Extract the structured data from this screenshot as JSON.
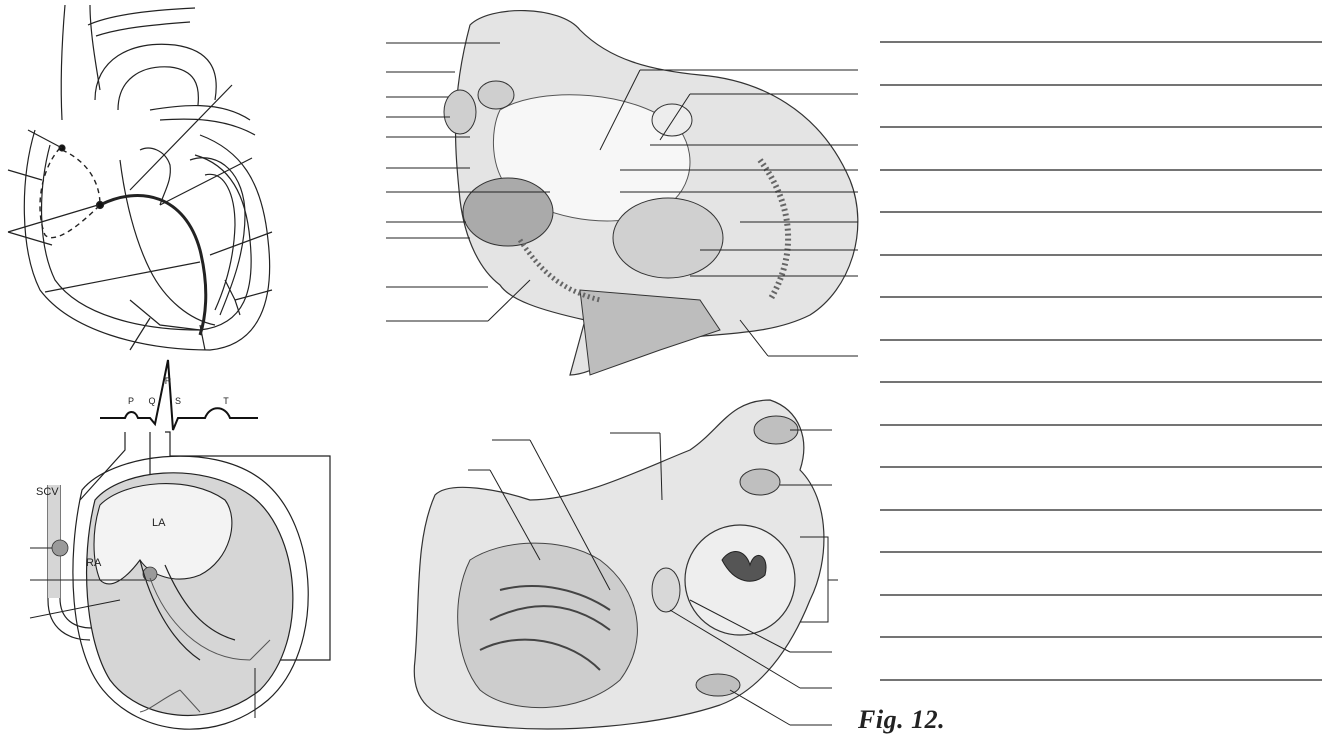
{
  "figure_caption": "Fig. 12.",
  "ecg_labels": {
    "p": "P",
    "q": "Q",
    "r": "R",
    "s": "S",
    "t": "T"
  },
  "chamber_labels": {
    "scv": "SCV",
    "la": "LA",
    "ra": "RA"
  },
  "colors": {
    "line": "#1a1a1a",
    "shade": "#cfcfcf",
    "tissue": "#bdbdbd",
    "light": "#f2f2f2"
  }
}
